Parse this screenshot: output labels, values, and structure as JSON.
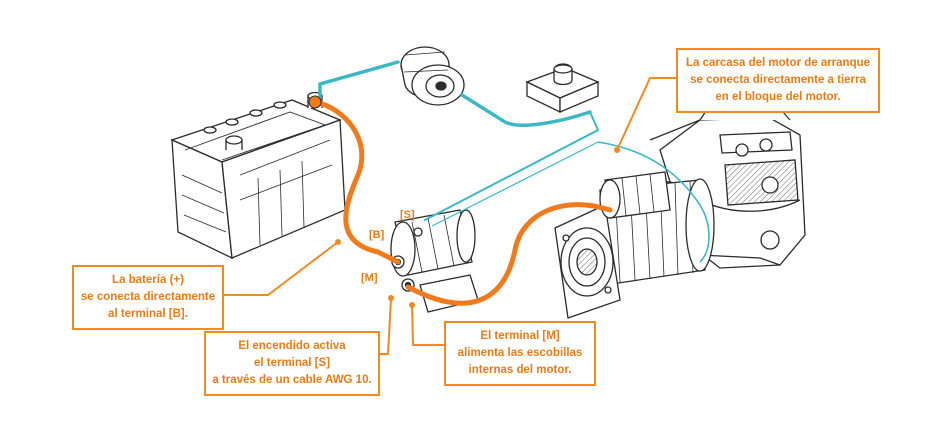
{
  "callouts": {
    "starter_housing": {
      "lines": [
        "La carcasa del motor de arranque",
        "se conecta directamente a tierra",
        "en el bloque del motor."
      ]
    },
    "battery": {
      "lines": [
        "La batería (+)",
        "se conecta directamente",
        "al terminal [B]."
      ]
    },
    "ignition": {
      "lines": [
        "El encendido activa",
        "el terminal [S]",
        "a través de un cable AWG 10."
      ]
    },
    "terminal_m": {
      "lines": [
        "El terminal [M]",
        "alimenta las escobillas",
        "internas del motor."
      ]
    }
  },
  "terminals": {
    "s": "[S]",
    "b": "[B]",
    "m": "[M]"
  },
  "colors": {
    "accent": "#f08a24",
    "battery_cable": "#f07a1c",
    "signal_wire": "#3cb8c4",
    "line_art": "#2b2b2b"
  },
  "icons": [
    "battery-icon",
    "ignition-switch-icon",
    "push-button-icon",
    "solenoid-icon",
    "starter-motor-icon",
    "engine-block-icon"
  ]
}
